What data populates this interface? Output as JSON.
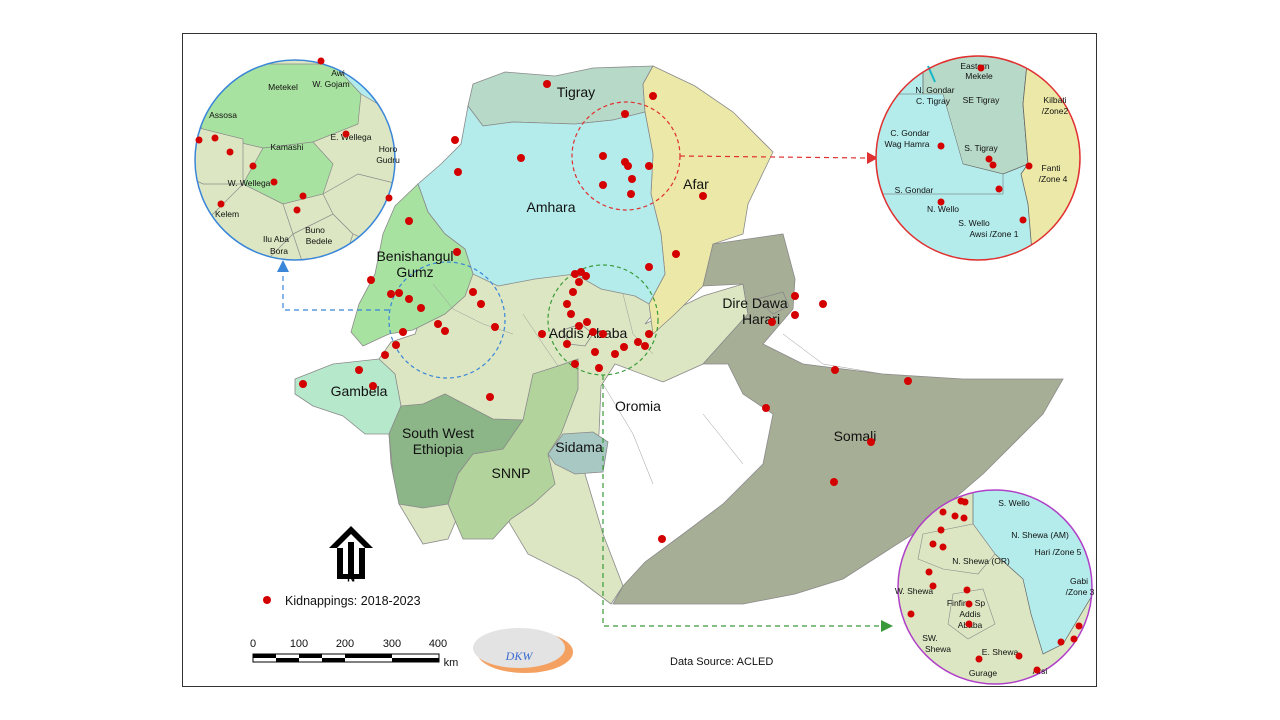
{
  "regions": [
    {
      "name": "Tigray"
    },
    {
      "name": "Afar"
    },
    {
      "name": "Amhara"
    },
    {
      "name_line1": "Benishangul",
      "name_line2": "Gumz"
    },
    {
      "name": "Dire Dawa"
    },
    {
      "name": "Harari"
    },
    {
      "name": "Addis Ababa"
    },
    {
      "name": "Gambela"
    },
    {
      "name_line1": "South West",
      "name_line2": "Ethiopia"
    },
    {
      "name": "Sidama"
    },
    {
      "name": "SNNP"
    },
    {
      "name": "Oromia"
    },
    {
      "name": "Somali"
    }
  ],
  "insets": {
    "west": {
      "labels": [
        "Awi",
        "W. Gojam",
        "Metekel",
        "Assosa",
        "Kamashi",
        "E. Wellega",
        "Horo",
        "Gudru",
        "W. Wellega",
        "Kelem",
        "Ilu Aba",
        "Bora",
        "Buno",
        "Bedele"
      ],
      "border_color": "#3a86d8"
    },
    "north": {
      "labels": [
        "Eastern",
        "Mekele",
        "N. Gondar",
        "C. Tigray",
        "SE Tigray",
        "Kilbati",
        "/Zone2",
        "C. Gondar",
        "Wag Hamra",
        "S. Tigray",
        "Fanti",
        "/Zone 4",
        "S. Gondar",
        "N. Wello",
        "S. Wello",
        "Awsi /Zone 1"
      ],
      "border_color": "#e03030"
    },
    "center": {
      "labels": [
        "S. Wello",
        "N. Shewa (AM)",
        "Hari /Zone 5",
        "N. Shewa (OR)",
        "Gabi",
        "/Zone 3",
        "W. Shewa",
        "Finfine Sp",
        "Addis",
        "Ababa",
        "SW.",
        "Shewa",
        "E. Shewa",
        "Gurage",
        "Arsi"
      ],
      "border_color": "#b040c8"
    }
  },
  "legend": {
    "label": "Kidnappings: 2018-2023",
    "marker_color": "#d40000"
  },
  "scale_bar": {
    "ticks": [
      "0",
      "100",
      "200",
      "300",
      "400"
    ],
    "unit": "km"
  },
  "logo": {
    "text": "DKW"
  },
  "source": "Data Source: ACLED",
  "colors": {
    "tigray": "#b7d9c8",
    "afar": "#ece9a8",
    "amhara": "#b4ecec",
    "benishangul": "#a8e2a0",
    "oromia": "#dce6c2",
    "somali": "#a7ae96",
    "gambela": "#b6e8cc",
    "southwest": "#8cb688",
    "snnp": "#b2d49c",
    "sidama": "#a8c8c4",
    "addis": "#dce6c2",
    "dot": "#d40000"
  }
}
